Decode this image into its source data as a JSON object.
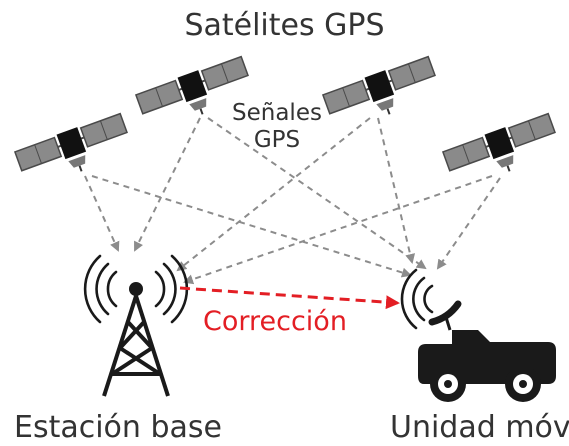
{
  "title": "Satélites GPS",
  "signals_label": "Señales GPS",
  "correction_label": "Corrección",
  "base_station_label": "Estación base",
  "mobile_unit_label": "Unidad móvil",
  "colors": {
    "text": "#333333",
    "signal_arrow": "#8c8c8c",
    "correction": "#e31e24",
    "panel": "#8a8a8a",
    "body": "#1a1a1a"
  },
  "icons": [
    "satellite-icon",
    "radio-tower-icon",
    "vehicle-icon",
    "antenna-waves-icon"
  ]
}
